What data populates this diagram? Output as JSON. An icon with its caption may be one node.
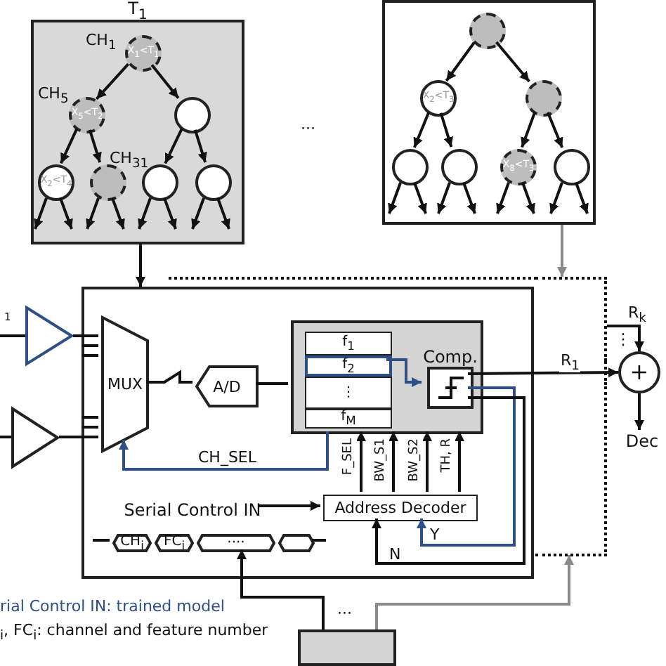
{
  "diagram": {
    "nodes": [
      {
        "text": [
          "T$_{1}$"
        ]
      },
      {
        "text": [
          "X$_{1}$<T$_{1}$"
        ],
        "beside": [
          "CH$_{1}$"
        ],
        "in": 0
      },
      {
        "text": [
          "X$_{5}$<T$_{2}$"
        ],
        "beside": [
          "CH$_{5}$"
        ],
        "in": 0
      },
      {
        "text": [],
        "shape": "circle",
        "in": 0
      },
      {
        "text": [
          "X$_{2}$<T$_{4}$"
        ],
        "in": 0
      },
      {
        "text": [],
        "shape": "circle",
        "beside": [
          "CH$_{31}$"
        ],
        "in": 0
      },
      {
        "text": [],
        "shape": "circle",
        "in": 0
      },
      {
        "text": [],
        "shape": "circle",
        "in": 0
      },
      {
        "text": [],
        "shape": "box"
      },
      {
        "text": [],
        "shape": "circle",
        "in": 8
      },
      {
        "text": [
          "X$_{2}$<T$_{3}$"
        ],
        "in": 8
      },
      {
        "text": [],
        "shape": "circle",
        "in": 8
      },
      {
        "text": [],
        "shape": "circle",
        "in": 8
      },
      {
        "text": [],
        "shape": "circle",
        "in": 8
      },
      {
        "text": [
          "X$_{8}$<T$_{3}$"
        ],
        "in": 8
      },
      {
        "text": [],
        "shape": "circle",
        "in": 8
      },
      {
        "text": [],
        "shape": "box"
      },
      {
        "text": [],
        "shape": "box"
      },
      {
        "text": [],
        "shape": "triangle"
      },
      {
        "text": [],
        "shape": "triangle"
      },
      {
        "text": [
          "MUX"
        ],
        "in": 17
      },
      {
        "text": [
          "A/D"
        ],
        "in": 17
      },
      {
        "text": [],
        "shape": "box",
        "in": 17
      },
      {
        "text": [
          "f$_{1}$"
        ],
        "in": 22
      },
      {
        "text": [
          "f$_{2}$"
        ],
        "in": 22
      },
      {
        "text": [
          "⋮"
        ],
        "in": 22
      },
      {
        "text": [
          "f$_{M}$"
        ],
        "in": 22
      },
      {
        "text": [
          "Comp."
        ],
        "in": 22
      },
      {
        "text": [
          "Serial Control IN"
        ],
        "in": 17
      },
      {
        "text": [
          "Address Decoder"
        ],
        "in": 17
      },
      {
        "text": [
          "CH$_{i}$"
        ],
        "in": 17
      },
      {
        "text": [
          "FC$_{i}$"
        ],
        "in": 17
      },
      {
        "text": [
          "····"
        ],
        "in": 17
      },
      {
        "text": [],
        "shape": "box",
        "in": 17
      },
      {
        "text": [
          "+"
        ]
      },
      {
        "text": [
          "Dec"
        ]
      },
      {
        "text": [],
        "shape": "box"
      }
    ],
    "edges": [
      {
        "from": 1,
        "to": 2,
        "arrow": "to"
      },
      {
        "from": 1,
        "to": 3,
        "arrow": "to"
      },
      {
        "from": 2,
        "to": 4,
        "arrow": "to"
      },
      {
        "from": 2,
        "to": 5,
        "arrow": "to"
      },
      {
        "from": 3,
        "to": 6,
        "arrow": "to"
      },
      {
        "from": 3,
        "to": 7,
        "arrow": "to"
      },
      {
        "from": 4,
        "to": null,
        "arrow": "to"
      },
      {
        "from": 4,
        "to": null,
        "arrow": "to"
      },
      {
        "from": 5,
        "to": null,
        "arrow": "to"
      },
      {
        "from": 5,
        "to": null,
        "arrow": "to"
      },
      {
        "from": 6,
        "to": null,
        "arrow": "to"
      },
      {
        "from": 6,
        "to": null,
        "arrow": "to"
      },
      {
        "from": 7,
        "to": null,
        "arrow": "to"
      },
      {
        "from": 7,
        "to": null,
        "arrow": "to"
      },
      {
        "from": 9,
        "to": 10,
        "arrow": "to"
      },
      {
        "from": 9,
        "to": 11,
        "arrow": "to"
      },
      {
        "from": 10,
        "to": 12,
        "arrow": "to"
      },
      {
        "from": 10,
        "to": 13,
        "arrow": "to"
      },
      {
        "from": 11,
        "to": 14,
        "arrow": "to"
      },
      {
        "from": 11,
        "to": 15,
        "arrow": "to"
      },
      {
        "from": 12,
        "to": null,
        "arrow": "to"
      },
      {
        "from": 12,
        "to": null,
        "arrow": "to"
      },
      {
        "from": 13,
        "to": null,
        "arrow": "to"
      },
      {
        "from": 13,
        "to": null,
        "arrow": "to"
      },
      {
        "from": 14,
        "to": null,
        "arrow": "to"
      },
      {
        "from": 14,
        "to": null,
        "arrow": "to"
      },
      {
        "from": 15,
        "to": null,
        "arrow": "to"
      },
      {
        "from": 15,
        "to": null,
        "arrow": "to"
      },
      {
        "from": 0,
        "to": 17,
        "arrow": "to"
      },
      {
        "from": 8,
        "to": 16,
        "arrow": "to",
        "color": "#8a8a8a"
      },
      {
        "from": null,
        "to": 18,
        "arrow": "none"
      },
      {
        "from": null,
        "to": 19,
        "arrow": "none"
      },
      {
        "from": 18,
        "to": 20,
        "arrow": "none"
      },
      {
        "from": 19,
        "to": 20,
        "arrow": "none"
      },
      {
        "from": 20,
        "to": 21,
        "arrow": "none"
      },
      {
        "from": 21,
        "to": 22,
        "arrow": "none"
      },
      {
        "from": 24,
        "to": 27,
        "arrow": "to",
        "color": "#2e4f86"
      },
      {
        "from": 27,
        "to": 34,
        "arrow": "to",
        "label": "R$_{1}$"
      },
      {
        "from": 16,
        "to": 34,
        "arrow": "to",
        "label": "R$_{k}$"
      },
      {
        "from": 34,
        "to": 35,
        "arrow": "to"
      },
      {
        "from": 22,
        "to": 20,
        "arrow": "to",
        "label": "CH_SEL",
        "color": "#2e4f86"
      },
      {
        "from": 28,
        "to": 29,
        "arrow": "to"
      },
      {
        "from": 29,
        "to": 22,
        "arrow": "to",
        "label": "F_SEL"
      },
      {
        "from": 29,
        "to": 22,
        "arrow": "to",
        "label": "BW_S1"
      },
      {
        "from": 29,
        "to": 22,
        "arrow": "to",
        "label": "BW_S2"
      },
      {
        "from": 29,
        "to": 22,
        "arrow": "to",
        "label": "TH, R"
      },
      {
        "from": 27,
        "to": 29,
        "arrow": "to",
        "label": "Y",
        "color": "#2e4f86"
      },
      {
        "from": 27,
        "to": 29,
        "arrow": "to",
        "label": "N"
      },
      {
        "from": 36,
        "to": 32,
        "arrow": "to"
      },
      {
        "from": 36,
        "to": 16,
        "arrow": "to",
        "color": "#8a8a8a"
      }
    ],
    "labels": [
      "···",
      "$_{1}$",
      "⋮",
      "rial Control IN: trained model",
      "···",
      "$_{i}$, FC$_{i}$: channel and feature number"
    ]
  }
}
